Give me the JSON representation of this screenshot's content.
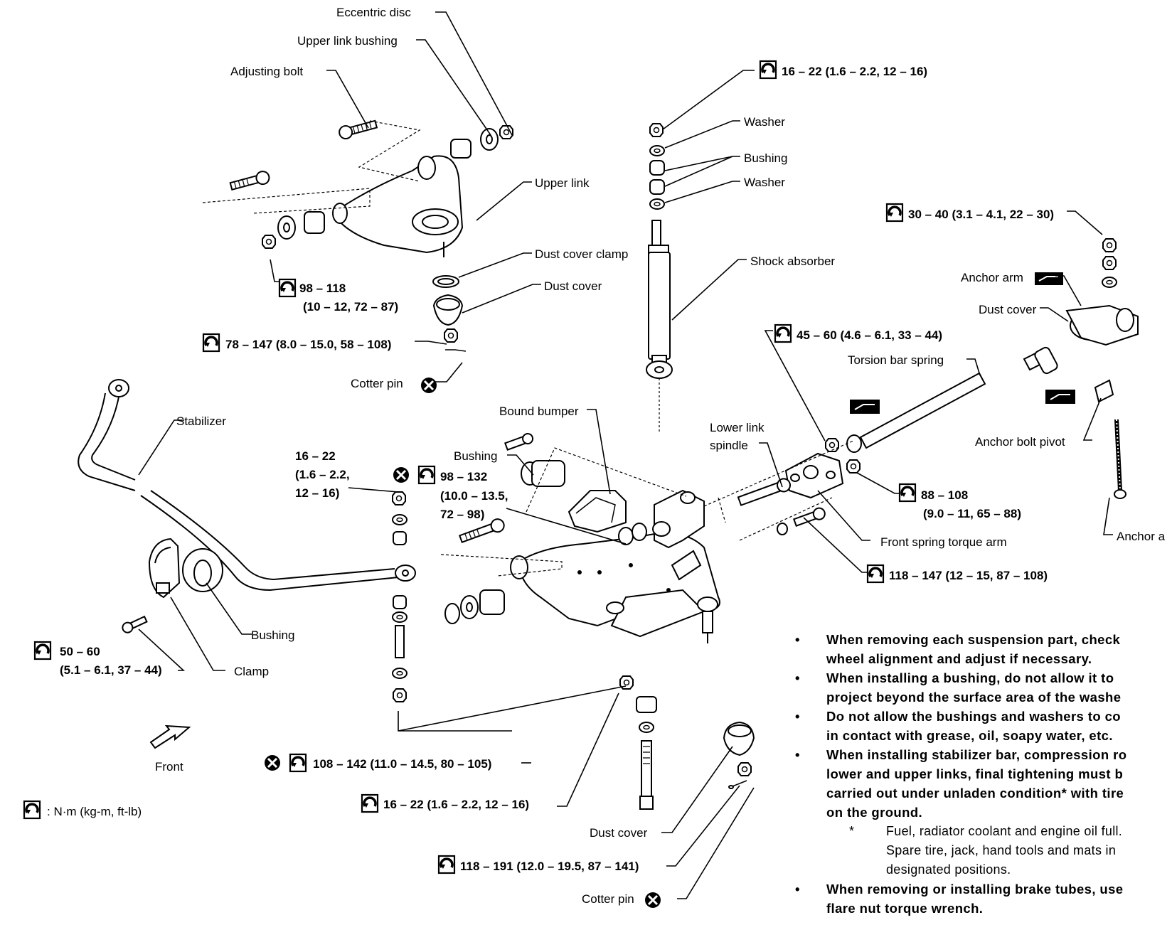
{
  "labels": {
    "eccentric_disc": "Eccentric disc",
    "upper_link_bushing": "Upper link bushing",
    "adjusting_bolt": "Adjusting bolt",
    "upper_link": "Upper link",
    "dust_cover_clamp": "Dust cover clamp",
    "dust_cover_upper": "Dust cover",
    "cotter_pin_upper": "Cotter pin",
    "stabilizer": "Stabilizer",
    "bushing_stab": "Bushing",
    "clamp": "Clamp",
    "front": "Front",
    "washer_1": "Washer",
    "bushing_shock": "Bushing",
    "washer_2": "Washer",
    "shock_absorber": "Shock absorber",
    "bound_bumper": "Bound bumper",
    "bushing_lower": "Bushing",
    "lower_link_spindle_1": "Lower link",
    "lower_link_spindle_2": "spindle",
    "torsion_bar_spring": "Torsion bar spring",
    "anchor_arm": "Anchor arm",
    "dust_cover_right": "Dust cover",
    "anchor_bolt_pivot": "Anchor bolt pivot",
    "anchor_cut": "Anchor a",
    "front_spring_torque_arm": "Front spring torque arm",
    "dust_cover_lower": "Dust cover",
    "cotter_pin_lower": "Cotter pin"
  },
  "torques": {
    "t_shock_top": "16 – 22 (1.6 – 2.2, 12 – 16)",
    "t_anchor": "30 – 40 (3.1 – 4.1, 22 – 30)",
    "t_upper_98_l1": "98 – 118",
    "t_upper_98_l2": "(10 – 12, 72 – 87)",
    "t_balljoint_78": "78 – 147 (8.0 – 15.0, 58 – 108)",
    "t_torque_arm_45": "45 – 60 (4.6 – 6.1, 33 – 44)",
    "t_stab_link_l1": "16 – 22",
    "t_stab_link_l2": "(1.6 – 2.2,",
    "t_stab_link_l3": "12 – 16)",
    "t_lower_98_l1": "98 – 132",
    "t_lower_98_l2": "(10.0 – 13.5,",
    "t_lower_98_l3": "72 – 98)",
    "t_88_l1": "88 – 108",
    "t_88_l2": "(9.0 – 11, 65 – 88)",
    "t_118_147": "118 – 147 (12 – 15, 87 – 108)",
    "t_clamp_l1": "50 – 60",
    "t_clamp_l2": "(5.1 – 6.1, 37 – 44)",
    "t_108_142": "108 – 142 (11.0 – 14.5, 80 – 105)",
    "t_16_22_lower": "16 – 22 (1.6 – 2.2, 12 – 16)",
    "t_118_191": "118 – 191 (12.0 – 19.5, 87 – 141)"
  },
  "legend": {
    "unit": ": N·m (kg-m, ft-lb)"
  },
  "notes": {
    "n1_l1": "When removing each suspension part, check",
    "n1_l2": "wheel alignment and adjust if necessary.",
    "n2_l1": "When installing a bushing, do not allow it to",
    "n2_l2": "project beyond the surface area of the washe",
    "n3_l1": "Do not allow the bushings and washers to co",
    "n3_l2": "in contact with grease, oil, soapy water, etc.",
    "n4_l1": "When installing stabilizer bar, compression ro",
    "n4_l2": "lower and upper links, final tightening must b",
    "n4_l3": "carried out under unladen condition* with tire",
    "n4_l4": "on the ground.",
    "f1": "Fuel, radiator coolant and engine oil full.",
    "f2": "Spare tire, jack, hand tools and mats in",
    "f3": "designated positions.",
    "n5_l1": "When removing or installing brake tubes, use",
    "n5_l2": "flare nut torque wrench."
  }
}
